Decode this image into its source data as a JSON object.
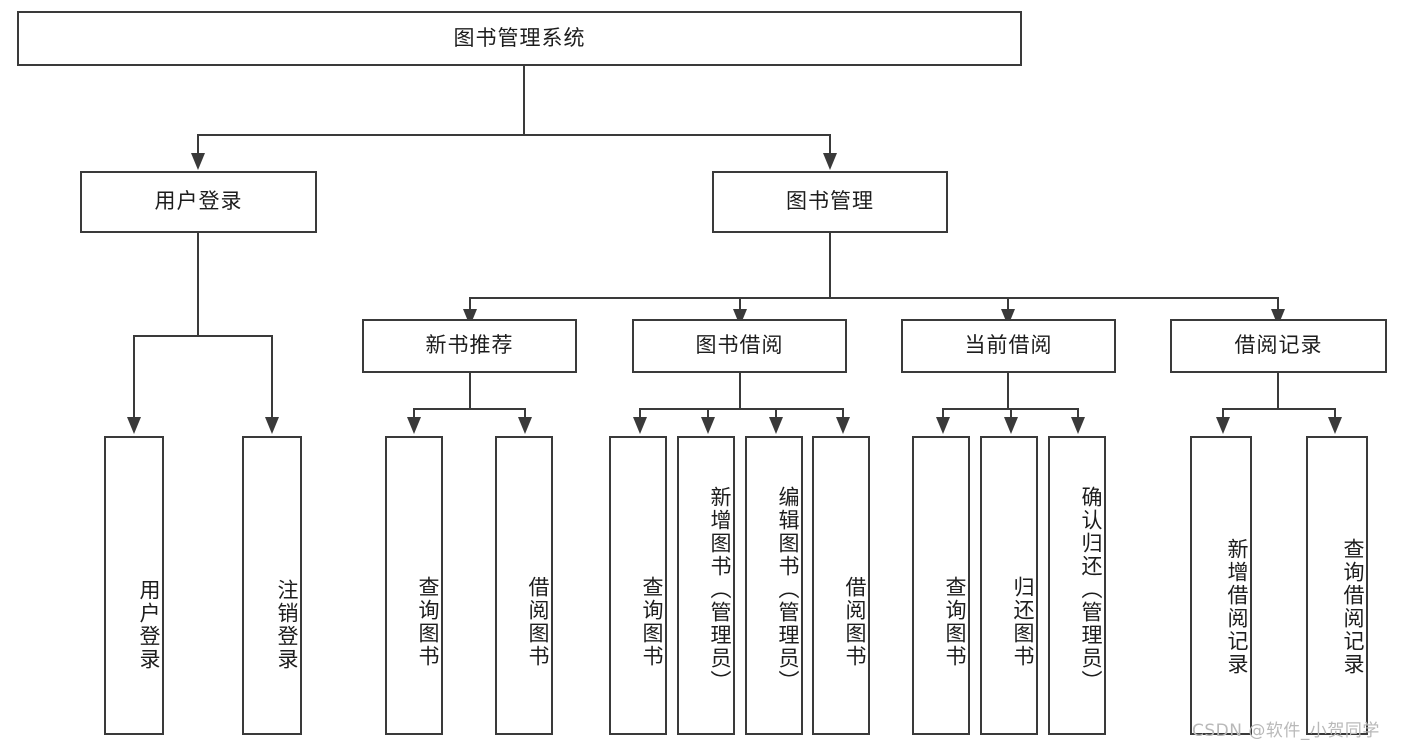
{
  "diagram": {
    "title": "图书管理系统",
    "type": "功能结构图",
    "root": {
      "id": "root",
      "label": "图书管理系统"
    },
    "level2": [
      {
        "id": "user-login",
        "label": "用户登录"
      },
      {
        "id": "book-manage",
        "label": "图书管理"
      }
    ],
    "level3": [
      {
        "id": "new-book-recommend",
        "label": "新书推荐",
        "parent": "book-manage"
      },
      {
        "id": "book-borrow",
        "label": "图书借阅",
        "parent": "book-manage"
      },
      {
        "id": "current-borrow",
        "label": "当前借阅",
        "parent": "book-manage"
      },
      {
        "id": "borrow-record",
        "label": "借阅记录",
        "parent": "book-manage"
      }
    ],
    "leaves": {
      "user-login": [
        {
          "id": "leaf-user-login",
          "label": "用户登录"
        },
        {
          "id": "leaf-user-logout",
          "label": "注销登录"
        }
      ],
      "new-book-recommend": [
        {
          "id": "leaf-query-book-1",
          "label": "查询图书"
        },
        {
          "id": "leaf-borrow-book-1",
          "label": "借阅图书"
        }
      ],
      "book-borrow": [
        {
          "id": "leaf-query-book-2",
          "label": "查询图书"
        },
        {
          "id": "leaf-add-book",
          "label": "新增图书（管理员）"
        },
        {
          "id": "leaf-edit-book",
          "label": "编辑图书（管理员）"
        },
        {
          "id": "leaf-borrow-book-2",
          "label": "借阅图书"
        }
      ],
      "current-borrow": [
        {
          "id": "leaf-query-book-3",
          "label": "查询图书"
        },
        {
          "id": "leaf-return-book",
          "label": "归还图书"
        },
        {
          "id": "leaf-confirm-return",
          "label": "确认归还（管理员）"
        }
      ],
      "borrow-record": [
        {
          "id": "leaf-add-record",
          "label": "新增借阅记录"
        },
        {
          "id": "leaf-query-record",
          "label": "查询借阅记录"
        }
      ]
    }
  },
  "watermark": {
    "text": "CSDN @软件_小贺同学"
  },
  "colors": {
    "stroke": "#3a3a3a",
    "background": "#ffffff",
    "text": "#1d1d1d",
    "watermark": "#b9b9b9"
  }
}
